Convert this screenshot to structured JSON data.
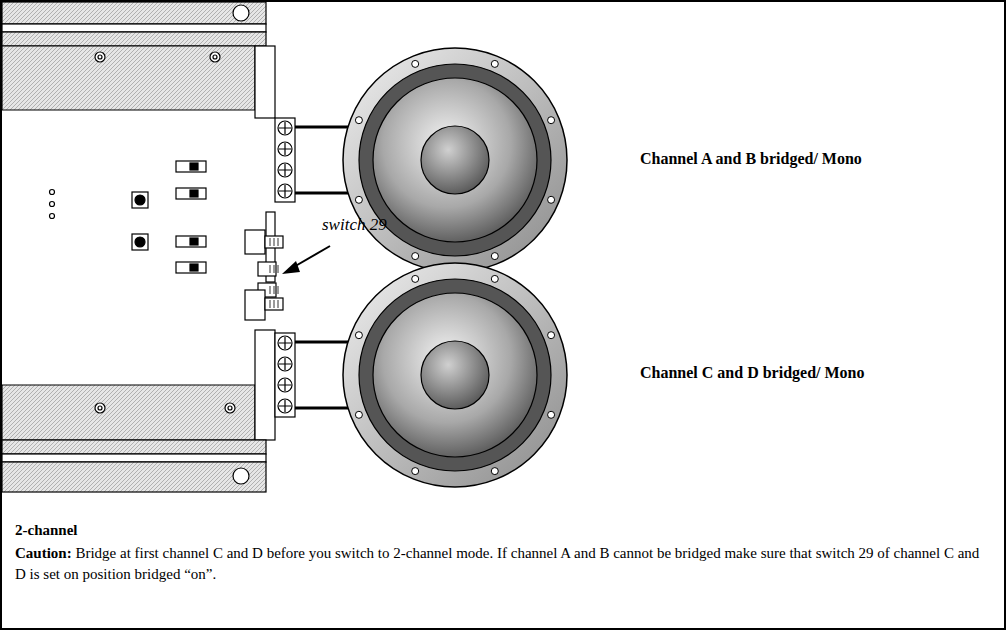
{
  "diagram": {
    "labels": [
      "Channel A and B bridged/ Mono",
      "switch 29",
      "Channel C and D bridged/ Mono",
      "2-channel",
      "Caution:",
      "Bridge at first channel C and D before you switch to 2-channel mode. If channel A and B cannot be bridged make sure that switch 29 of channel C and D is set on position bridged “on”."
    ]
  }
}
